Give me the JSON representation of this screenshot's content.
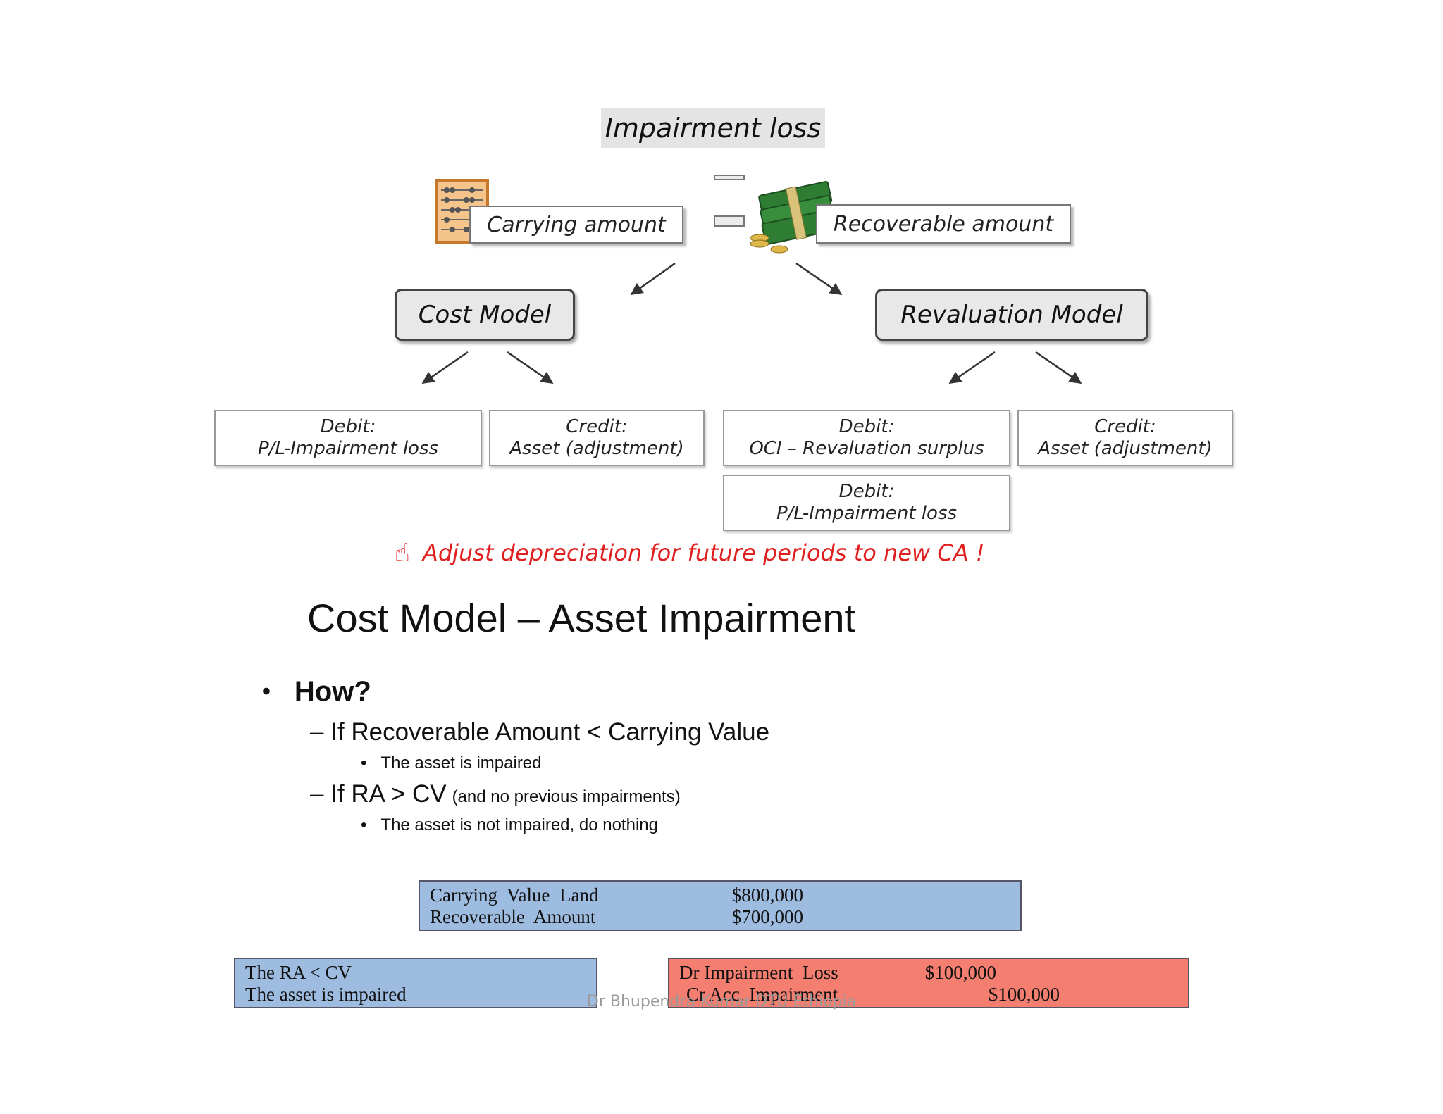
{
  "diagram": {
    "title": "Impairment loss",
    "carrying_amount": "Carrying amount",
    "recoverable_amount": "Recoverable amount",
    "cost_model": "Cost Model",
    "revaluation_model": "Revaluation Model",
    "entries": {
      "cost_debit_head": "Debit:",
      "cost_debit_body": "P/L-Impairment loss",
      "cost_credit_head": "Credit:",
      "cost_credit_body": "Asset (adjustment)",
      "reval_debit_head": "Debit:",
      "reval_debit_body": "OCI – Revaluation surplus",
      "reval_credit_head": "Credit:",
      "reval_credit_body": "Asset (adjustment)",
      "reval_debit2_head": "Debit:",
      "reval_debit2_body": "P/L-Impairment loss"
    },
    "note": "Adjust depreciation for future periods to new CA !",
    "icons": {
      "abacus": "abacus-icon",
      "money": "money-stack-icon",
      "pointing_hand": "pointing-hand-icon"
    }
  },
  "section": {
    "heading": "Cost Model – Asset Impairment",
    "bullet": "How?",
    "sub1": "– If Recoverable Amount < Carrying Value",
    "sub1_point": "The asset is impaired",
    "sub2": "– If RA > CV",
    "sub2_small": "(and no previous impairments)",
    "sub2_point": "The asset is not impaired, do nothing"
  },
  "values_box": {
    "row1_label": "Carrying  Value  Land",
    "row1_value": "$800,000",
    "row2_label": "Recoverable  Amount",
    "row2_value": "$700,000"
  },
  "conclusion_box": {
    "line1": "The RA < CV",
    "line2": "The asset is impaired"
  },
  "journal_box": {
    "row1_label": "Dr Impairment  Loss",
    "row1_value": "$100,000",
    "row2_label": "Cr Acc. Impairment",
    "row2_value": "$100,000"
  },
  "footer": "Dr Bhupendra Kumar DTU Ethiopia",
  "colors": {
    "blue_box": "#9ebce0",
    "red_box": "#f47e6f",
    "note_red": "#e02020",
    "money_green": "#2e7d32"
  }
}
